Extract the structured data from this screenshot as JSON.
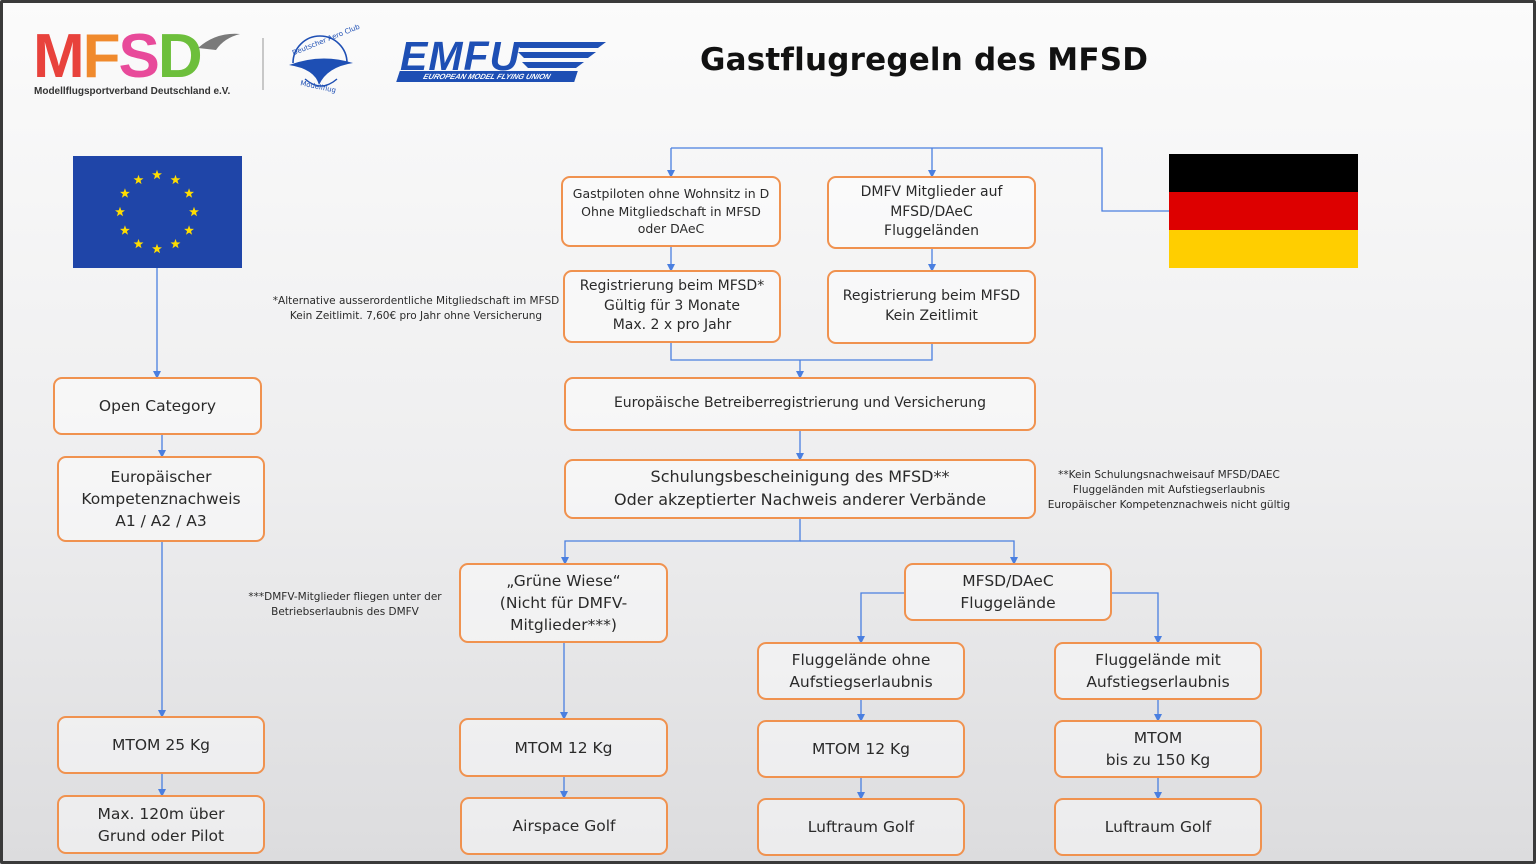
{
  "title": "Gastflugregeln des MFSD",
  "logos": {
    "mfsd": {
      "letters": [
        "M",
        "F",
        "S",
        "D"
      ],
      "letter_colors": [
        "#e8423c",
        "#f08a2d",
        "#e84a9a",
        "#6dbf3c"
      ],
      "subtitle": "Modellflugsportverband Deutschland e.V."
    },
    "aero_club": {
      "top_text": "Deutscher Aero Club",
      "bottom_text": "Modellflug"
    },
    "emfu": {
      "name": "EMFU",
      "subtitle": "EUROPEAN MODEL FLYING UNION",
      "color": "#1e4fb4"
    }
  },
  "flags": {
    "eu": {
      "background": "#1f45a8",
      "star_color": "#ffdd00"
    },
    "germany": {
      "colors": [
        "#000000",
        "#dd0000",
        "#ffce00"
      ]
    }
  },
  "boxes": {
    "gastpiloten": "Gastpiloten ohne Wohnsitz in D\nOhne Mitgliedschaft in MFSD\noder DAeC",
    "dmfv_mitglieder": "DMFV Mitglieder auf\nMFSD/DAeC\nFluggeländen",
    "reg_3monate": "Registrierung beim MFSD*\nGültig für 3 Monate\nMax. 2 x pro Jahr",
    "reg_kein_limit": "Registrierung beim MFSD\nKein Zeitlimit",
    "eu_betreiber": "Europäische Betreiberregistrierung und Versicherung",
    "schulung": "Schulungsbescheinigung des MFSD**\nOder akzeptierter Nachweis anderer Verbände",
    "open_category": "Open Category",
    "kompetenz": "Europäischer\nKompetenznachweis\nA1 / A2 / A3",
    "mtom25": "MTOM 25 Kg",
    "max120": "Max. 120m über\nGrund oder Pilot",
    "gruene_wiese": "„Grüne Wiese“\n(Nicht für DMFV-\nMitglieder***)",
    "mtom12_a": "MTOM 12 Kg",
    "airspace_golf": "Airspace Golf",
    "mfsd_gelaende": "MFSD/DAeC\nFluggelände",
    "ohne_aufstieg": "Fluggelände ohne\nAufstiegserlaubnis",
    "mit_aufstieg": "Fluggelände mit\nAufstiegserlaubnis",
    "mtom12_b": "MTOM 12 Kg",
    "mtom150": "MTOM\nbis zu 150 Kg",
    "luftraum_golf_a": "Luftraum Golf",
    "luftraum_golf_b": "Luftraum Golf"
  },
  "notes": {
    "note1": "*Alternative ausserordentliche Mitgliedschaft im MFSD\nKein Zeitlimit. 7,60€ pro Jahr ohne Versicherung",
    "note2": "**Kein Schulungsnachweisauf MFSD/DAEC\nFluggeländen mit Aufstiegserlaubnis\nEuropäischer Kompetenznachweis nicht gültig",
    "note3": "***DMFV-Mitglieder fliegen unter der\nBetriebserlaubnis des DMFV"
  },
  "colors": {
    "box_border": "#f0924f",
    "connector": "#4a7fe0"
  }
}
